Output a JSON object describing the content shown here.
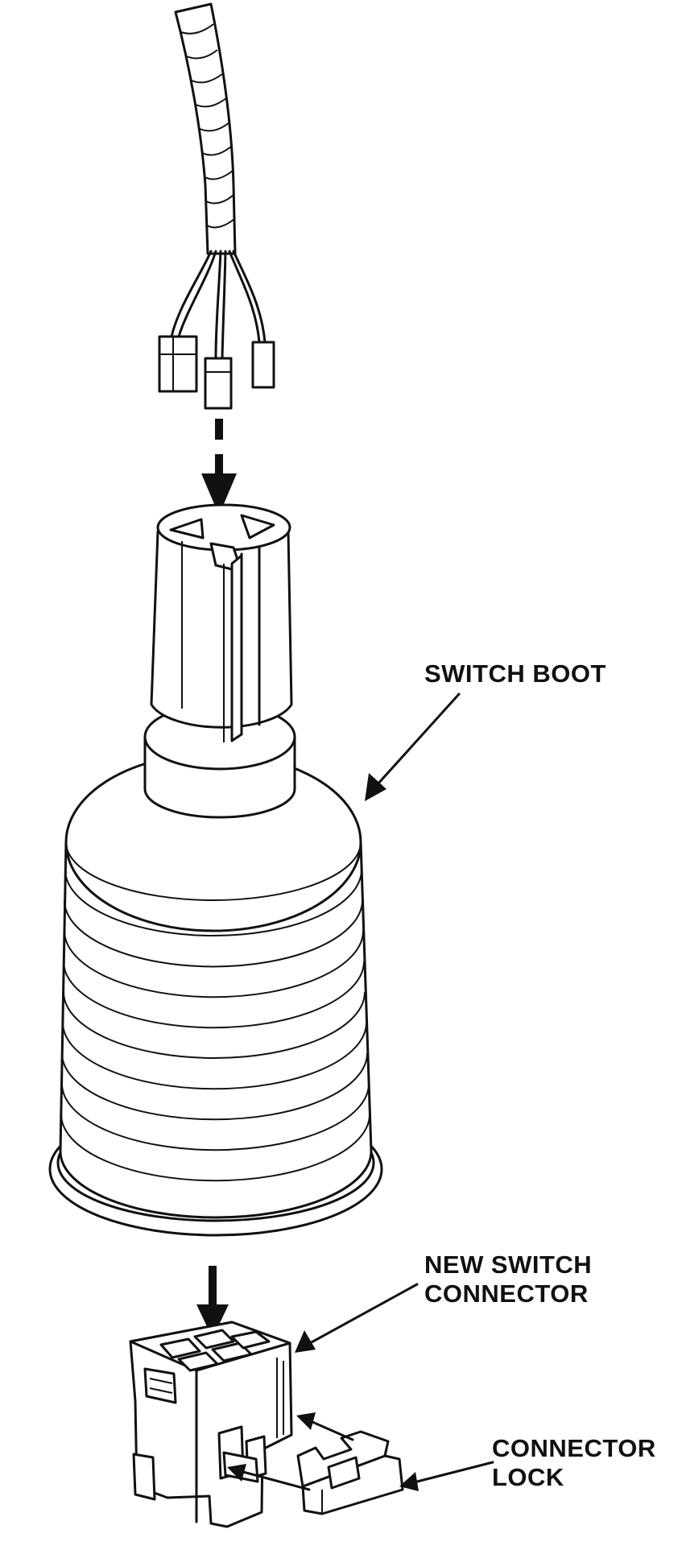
{
  "labels": {
    "switch_boot": "SWITCH BOOT",
    "new_switch_connector_line1": "NEW SWITCH",
    "new_switch_connector_line2": "CONNECTOR",
    "connector_lock_line1": "CONNECTOR",
    "connector_lock_line2": "LOCK"
  },
  "colors": {
    "ink": "#111111",
    "paper": "#ffffff"
  }
}
